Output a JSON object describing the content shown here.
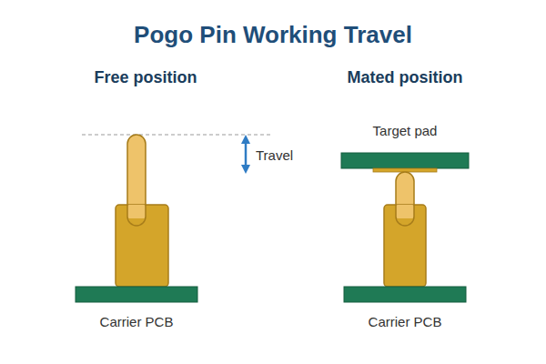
{
  "diagram": {
    "title": "Pogo Pin Working Travel",
    "labels": [
      "Free position",
      "Travel",
      "Mated position",
      "Target pad",
      "Carrier PCB",
      "Carrier PCB"
    ]
  }
}
